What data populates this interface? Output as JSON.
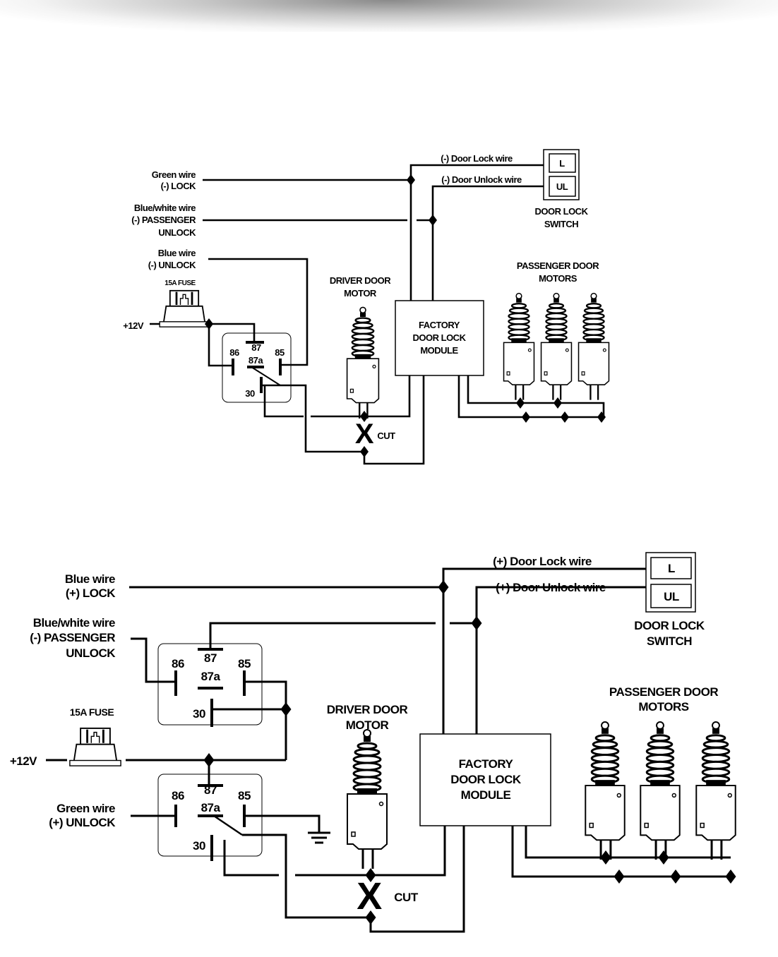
{
  "top_diagram": {
    "green_wire": [
      "Green wire",
      "(-) LOCK"
    ],
    "bluewhite_wire": [
      "Blue/white wire",
      "(-) PASSENGER",
      "UNLOCK"
    ],
    "blue_wire": [
      "Blue wire",
      "(-) UNLOCK"
    ],
    "fuse": "15A FUSE",
    "power": "+12V",
    "relay": {
      "p86": "86",
      "p87": "87",
      "p85": "85",
      "p87a": "87a",
      "p30": "30"
    },
    "driver_motor": [
      "DRIVER DOOR",
      "MOTOR"
    ],
    "module": [
      "FACTORY",
      "DOOR LOCK",
      "MODULE"
    ],
    "passenger_motors": [
      "PASSENGER DOOR",
      "MOTORS"
    ],
    "lock_wire": "(-) Door Lock wire",
    "unlock_wire": "(-) Door Unlock wire",
    "switch": {
      "lock": "L",
      "unlock": "UL",
      "label": [
        "DOOR LOCK",
        "SWITCH"
      ]
    },
    "cut": "CUT"
  },
  "bottom_diagram": {
    "blue_wire": [
      "Blue wire",
      "(+) LOCK"
    ],
    "bluewhite_wire": [
      "Blue/white wire",
      "(-) PASSENGER",
      "UNLOCK"
    ],
    "green_wire": [
      "Green wire",
      "(+) UNLOCK"
    ],
    "fuse": "15A FUSE",
    "power": "+12V",
    "relay1": {
      "p86": "86",
      "p87": "87",
      "p85": "85",
      "p87a": "87a",
      "p30": "30"
    },
    "relay2": {
      "p86": "86",
      "p87": "87",
      "p85": "85",
      "p87a": "87a",
      "p30": "30"
    },
    "driver_motor": [
      "DRIVER DOOR",
      "MOTOR"
    ],
    "module": [
      "FACTORY",
      "DOOR LOCK",
      "MODULE"
    ],
    "passenger_motors": [
      "PASSENGER DOOR",
      "MOTORS"
    ],
    "lock_wire": "(+) Door Lock wire",
    "unlock_wire": "(+) Door Unlock wire",
    "switch": {
      "lock": "L",
      "unlock": "UL",
      "label": [
        "DOOR LOCK",
        "SWITCH"
      ]
    },
    "cut": "CUT"
  }
}
